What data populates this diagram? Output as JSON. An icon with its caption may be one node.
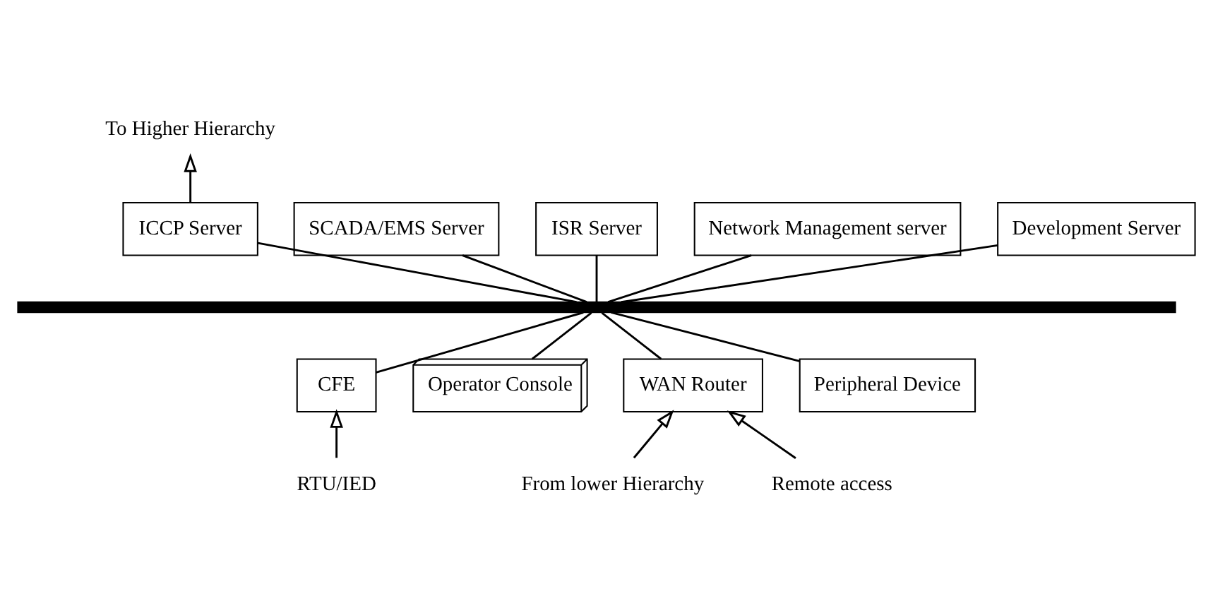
{
  "diagram": {
    "nodes": [
      {
        "text": [
          "To Higher Hierarchy"
        ]
      },
      {
        "text": [
          "SCADA/EMS Server"
        ]
      },
      {
        "text": [
          "ISR Server"
        ]
      },
      {
        "text": [
          "ICCP Server"
        ]
      },
      {
        "text": [
          "Network Management server"
        ]
      },
      {
        "text": [
          "Development Server"
        ]
      },
      {
        "text": [],
        "shape": "bar"
      },
      {
        "text": [
          "CFE"
        ]
      },
      {
        "text": [
          "Operator Console"
        ]
      },
      {
        "text": [
          "WAN Router"
        ]
      },
      {
        "text": [
          "Peripheral Device"
        ]
      },
      {
        "text": [
          "RTU/IED"
        ]
      },
      {
        "text": [
          "From lower Hierarchy"
        ]
      },
      {
        "text": [
          "Remote access"
        ]
      }
    ],
    "edges": [
      {
        "from": 3,
        "to": 0,
        "arrow": "to"
      },
      {
        "from": 1,
        "to": 6,
        "arrow": "none"
      },
      {
        "from": 2,
        "to": 6,
        "arrow": "none"
      },
      {
        "from": 3,
        "to": 6,
        "arrow": "none"
      },
      {
        "from": 4,
        "to": 6,
        "arrow": "none"
      },
      {
        "from": 5,
        "to": 6,
        "arrow": "none"
      },
      {
        "from": 6,
        "to": 7,
        "arrow": "none"
      },
      {
        "from": 6,
        "to": 8,
        "arrow": "none"
      },
      {
        "from": 6,
        "to": 9,
        "arrow": "none"
      },
      {
        "from": 6,
        "to": 10,
        "arrow": "none"
      },
      {
        "from": 11,
        "to": 7,
        "arrow": "to"
      },
      {
        "from": 12,
        "to": 9,
        "arrow": "to"
      },
      {
        "from": 13,
        "to": 9,
        "arrow": "to"
      }
    ]
  }
}
